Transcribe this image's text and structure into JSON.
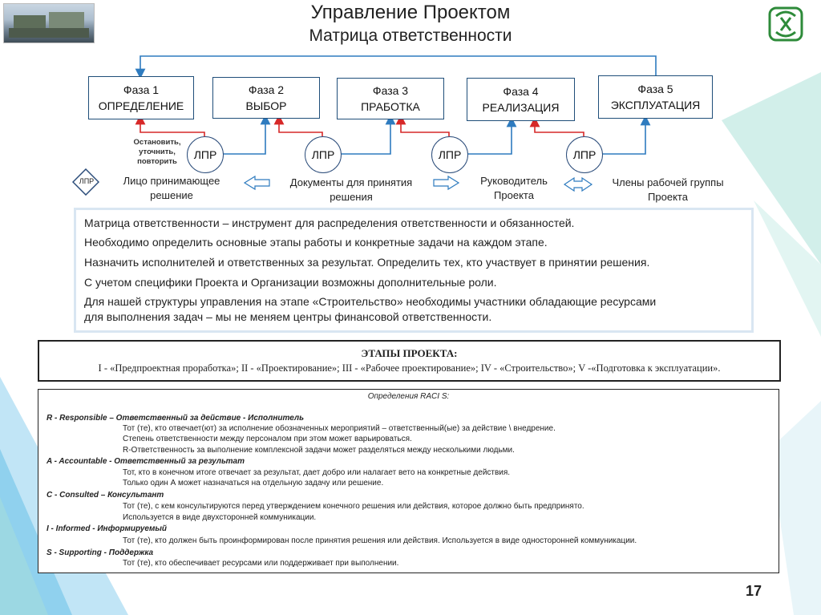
{
  "header": {
    "title": "Управление Проектом",
    "subtitle": "Матрица ответственности",
    "page_number": "17"
  },
  "phases": [
    {
      "line1": "Фаза 1",
      "line2": "ОПРЕДЕЛЕНИЕ"
    },
    {
      "line1": "Фаза 2",
      "line2": "ВЫБОР"
    },
    {
      "line1": "Фаза 3",
      "line2": "ПРАБОТКА"
    },
    {
      "line1": "Фаза 4",
      "line2": "РЕАЛИЗАЦИЯ"
    },
    {
      "line1": "Фаза 5",
      "line2": "ЭКСПЛУАТАЦИЯ"
    }
  ],
  "decision_nodes": [
    "ЛПР",
    "ЛПР",
    "ЛПР",
    "ЛПР"
  ],
  "stop_note": "Остановить, уточнить, повторить",
  "legend": {
    "diamond_label": "ЛПР",
    "decision_maker": "Лицо принимающее решение",
    "documents": "Документы для принятия решения",
    "project_manager": "Руководитель Проекта",
    "work_group": "Члены рабочей группы Проекта"
  },
  "info_lines": [
    "Матрица ответственности – инструмент для распределения ответственности и обязанностей.",
    "Необходимо определить основные этапы работы и конкретные задачи на каждом этапе.",
    "Назначить исполнителей и ответственных за результат. Определить тех, кто участвует в принятии решения.",
    "С учетом специфики Проекта и Организации возможны дополнительные роли.",
    "Для нашей структуры управления на этапе «Строительство» необходимы участники обладающие ресурсами",
    "для выполнения задач – мы не меняем центры финансовой ответственности."
  ],
  "stages": {
    "title": "ЭТАПЫ ПРОЕКТА:",
    "body": "I - «Предпроектная проработка»; II - «Проектирование»; III - «Рабочее проектирование»; IV - «Строительство»; V -«Подготовка к эксплуатации»."
  },
  "raci": {
    "title": "Определения RACI S:",
    "lines": [
      {
        "kind": "head",
        "text": "R - Responsible – Ответственный за действие - Исполнитель"
      },
      {
        "kind": "desc",
        "text": "Тот (те), кто отвечает(ют) за исполнение обозначенных мероприятий – ответственный(ые) за действие \\ внедрение."
      },
      {
        "kind": "desc",
        "text": "Степень ответственности между персоналом при этом может варьироваться."
      },
      {
        "kind": "desc",
        "text": "R-Ответственность за выполнение комплексной задачи может разделяться  между несколькими людьми."
      },
      {
        "kind": "head",
        "text": "A - Accountable  - Ответственный за результат"
      },
      {
        "kind": "desc",
        "text": "Тот, кто в конечном итоге отвечает за результат, дает добро или налагает вето на конкретные действия."
      },
      {
        "kind": "desc",
        "text": "Только один А может назначаться на отдельную задачу или решение."
      },
      {
        "kind": "head",
        "text": "C - Consulted – Консультант"
      },
      {
        "kind": "desc",
        "text": "Тот (те), с кем консультируются перед утверждением конечного решения или действия, которое должно быть предпринято."
      },
      {
        "kind": "desc",
        "text": "Используется в виде двухсторонней  коммуникации."
      },
      {
        "kind": "head",
        "text": "I - Informed - Информируемый"
      },
      {
        "kind": "desc",
        "text": "Тот (те), кто должен быть проинформирован после принятия решения или действия. Используется в виде односторонней коммуникации."
      },
      {
        "kind": "head",
        "text": "S - Supporting - Поддержка"
      },
      {
        "kind": "desc",
        "text": "Тот (те), кто обеспечивает ресурсами или поддерживает при выполнении."
      }
    ]
  },
  "colors": {
    "connector": "#2e7bbf",
    "feedback": "#d62828",
    "box_border": "#1f4e79",
    "logo_green": "#2e8b3a",
    "deco_teal": "#7fd1c4",
    "deco_blue": "#8ed0ee"
  }
}
